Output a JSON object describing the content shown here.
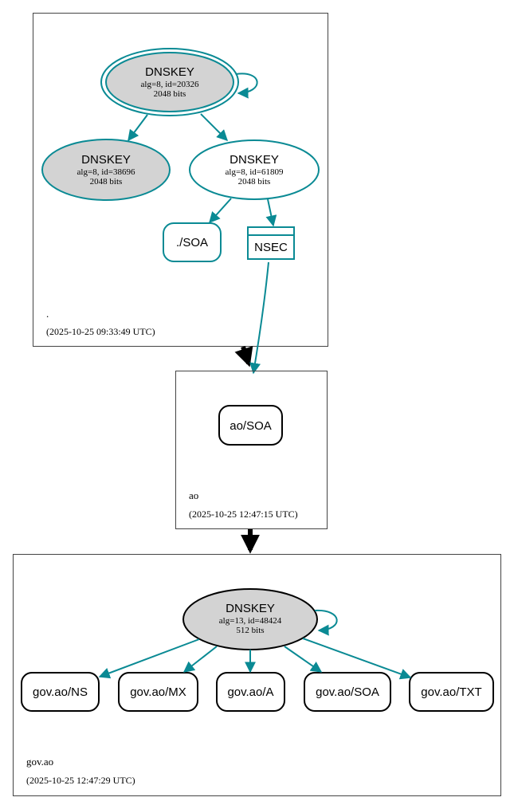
{
  "colors": {
    "edge": "#0a8a94",
    "key_fill": "#d3d3d3",
    "zone_border": "#444444",
    "delegation": "#000000"
  },
  "zones": [
    {
      "name": ".",
      "timestamp": "(2025-10-25 09:33:49 UTC)"
    },
    {
      "name": "ao",
      "timestamp": "(2025-10-25 12:47:15 UTC)"
    },
    {
      "name": "gov.ao",
      "timestamp": "(2025-10-25 12:47:29 UTC)"
    }
  ],
  "root": {
    "ksk": {
      "title": "DNSKEY",
      "line1": "alg=8, id=20326",
      "line2": "2048 bits"
    },
    "key2": {
      "title": "DNSKEY",
      "line1": "alg=8, id=38696",
      "line2": "2048 bits"
    },
    "zsk": {
      "title": "DNSKEY",
      "line1": "alg=8, id=61809",
      "line2": "2048 bits"
    },
    "soa": "./SOA",
    "nsec": "NSEC"
  },
  "ao": {
    "soa": "ao/SOA"
  },
  "govao": {
    "key": {
      "title": "DNSKEY",
      "line1": "alg=13, id=48424",
      "line2": "512 bits"
    },
    "records": [
      "gov.ao/NS",
      "gov.ao/MX",
      "gov.ao/A",
      "gov.ao/SOA",
      "gov.ao/TXT"
    ]
  }
}
